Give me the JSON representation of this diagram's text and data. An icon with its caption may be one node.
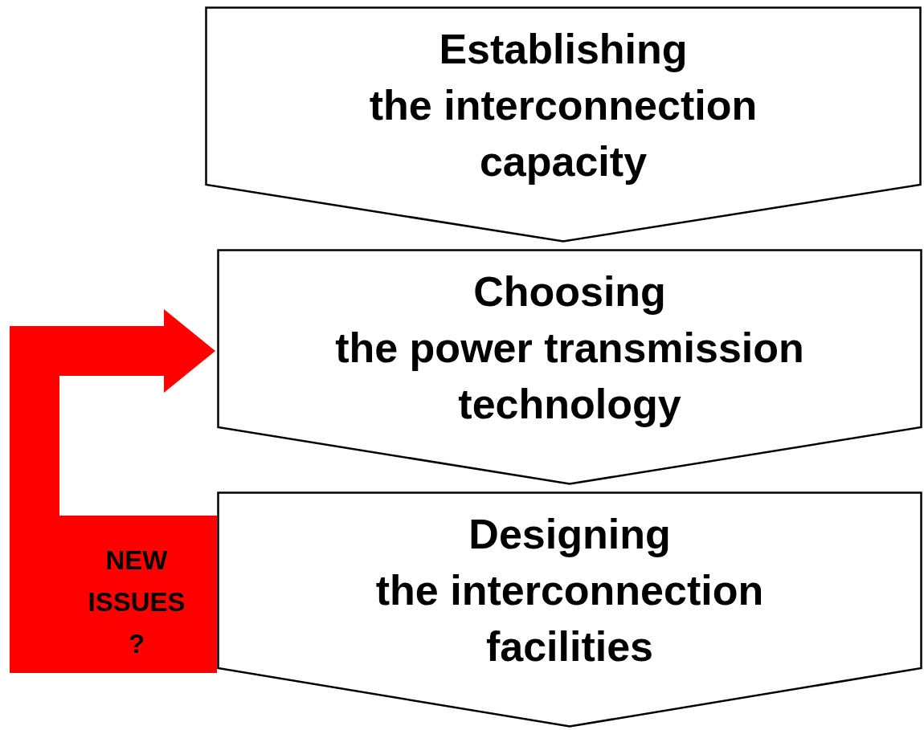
{
  "diagram": {
    "nodes": [
      {
        "text": [
          "Establishing",
          "the interconnection capacity"
        ]
      },
      {
        "text": [
          "Choosing",
          "the power transmission technology"
        ]
      },
      {
        "text": [
          "Designing",
          "the interconnection facilities"
        ]
      },
      {
        "text": [
          "NEW ISSUES ?"
        ]
      }
    ],
    "edges": [
      {
        "from": 3,
        "to": 1,
        "arrow": "to",
        "color": "#ff0000"
      }
    ]
  }
}
